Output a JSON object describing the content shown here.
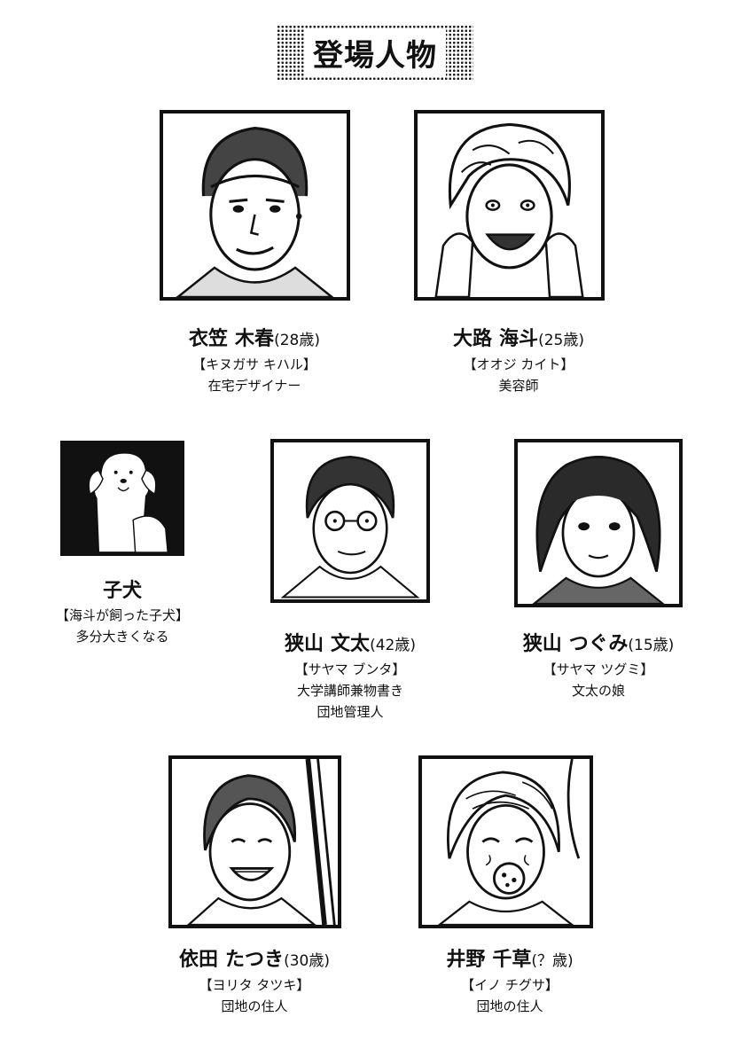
{
  "page": {
    "title": "登場人物"
  },
  "characters": [
    {
      "family": "衣笠",
      "given": "木春",
      "age": "(28歳)",
      "reading": "【キヌガサ キハル】",
      "roles": [
        "在宅デザイナー"
      ]
    },
    {
      "family": "大路",
      "given": "海斗",
      "age": "(25歳)",
      "reading": "【オオジ カイト】",
      "roles": [
        "美容師"
      ]
    },
    {
      "family": "子犬",
      "given": "",
      "age": "",
      "reading": "【海斗が飼った子犬】",
      "roles": [
        "多分大きくなる"
      ]
    },
    {
      "family": "狭山",
      "given": "文太",
      "age": "(42歳)",
      "reading": "【サヤマ ブンタ】",
      "roles": [
        "大学講師兼物書き",
        "団地管理人"
      ]
    },
    {
      "family": "狭山",
      "given": "つぐみ",
      "age": "(15歳)",
      "reading": "【サヤマ ツグミ】",
      "roles": [
        "文太の娘"
      ]
    },
    {
      "family": "依田",
      "given": "たつき",
      "age": "(30歳)",
      "reading": "【ヨリタ タツキ】",
      "roles": [
        "団地の住人"
      ]
    },
    {
      "family": "井野",
      "given": "千草",
      "age": "(？歳)",
      "reading": "【イノ チグサ】",
      "roles": [
        "団地の住人"
      ]
    }
  ]
}
